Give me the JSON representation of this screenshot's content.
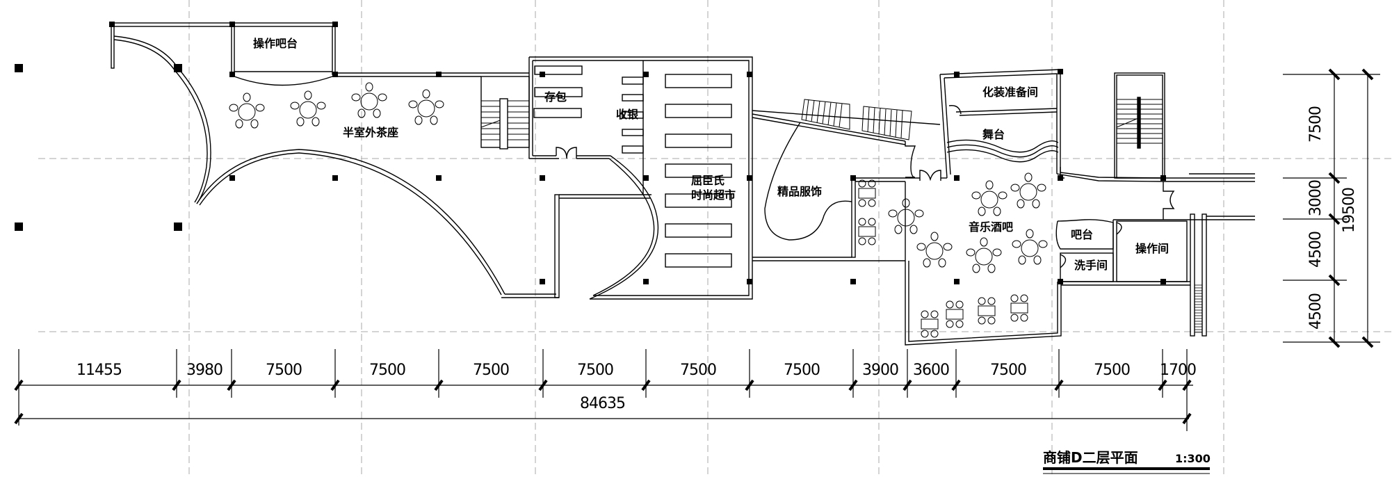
{
  "drawing": {
    "title": "商铺D二层平面",
    "scale": "1:300",
    "colors": {
      "line": "#000000",
      "grid": "#a0a0a0",
      "background": "#ffffff"
    }
  },
  "rooms": {
    "operation_bar": "操作吧台",
    "semi_outdoor_tea": "半室外茶座",
    "bag_storage": "存包",
    "cashier": "收银",
    "supermarket_line1": "屈臣氏",
    "supermarket_line2": "时尚超市",
    "boutique_clothing": "精品服饰",
    "makeup_room": "化装准备间",
    "stage": "舞台",
    "music_bar": "音乐酒吧",
    "bar_counter": "吧台",
    "washroom": "洗手间",
    "operation_room": "操作间"
  },
  "dimensions": {
    "horizontal_segments": [
      "11455",
      "3980",
      "7500",
      "7500",
      "7500",
      "7500",
      "7500",
      "7500",
      "3900",
      "3600",
      "7500",
      "7500",
      "1700"
    ],
    "horizontal_total": "84635",
    "vertical_segments": [
      "7500",
      "3000",
      "4500",
      "4500"
    ],
    "vertical_total": "19500"
  }
}
